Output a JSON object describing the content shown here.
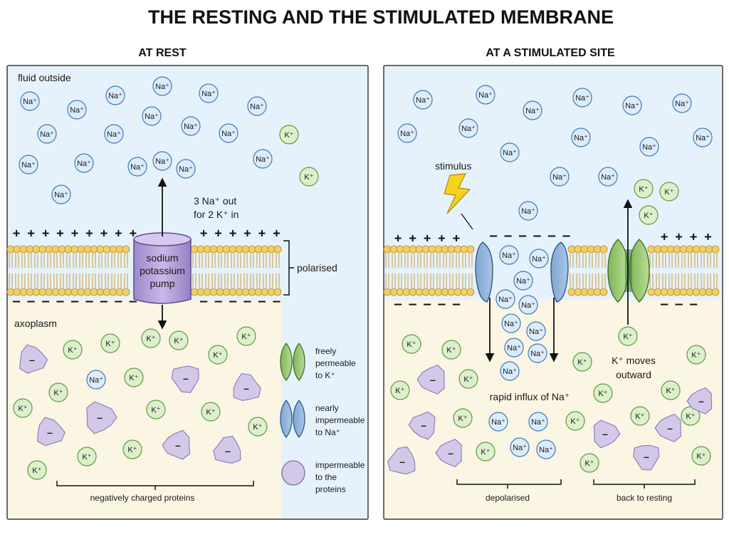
{
  "title": "THE RESTING AND THE STIMULATED MEMBRANE",
  "left": {
    "heading": "AT REST",
    "fluid_outside": "fluid outside",
    "axoplasm": "axoplasm",
    "pump_label": [
      "sodium",
      "potassium",
      "pump"
    ],
    "pump_ratio": [
      "3 Na⁺ out",
      "for 2 K⁺ in"
    ],
    "polarised": "polarised",
    "proteins": "negatively charged proteins",
    "legend": [
      {
        "icon": "green-channel",
        "lines": [
          "freely",
          "permeable",
          "to K⁺"
        ]
      },
      {
        "icon": "blue-channel",
        "lines": [
          "nearly",
          "impermeable",
          "to Na⁺"
        ]
      },
      {
        "icon": "protein",
        "lines": [
          "impermeable",
          "to the",
          "proteins"
        ]
      }
    ],
    "charges_top": "+ + + + + + + + +",
    "charges_top_right": "+ + + + + +",
    "charges_bottom": "– – – – – – – – – – –",
    "charges_bottom_right": "– – – – – –"
  },
  "right": {
    "heading": "AT A STIMULATED SITE",
    "stimulus": "stimulus",
    "rapid_influx": "rapid influx of Na⁺",
    "k_moves": [
      "K⁺ moves",
      "outward"
    ],
    "depolarised": "depolarised",
    "back_to_resting": "back to resting",
    "charges_top_left": "+ + + + +",
    "charges_top_mid": "– – – – – –",
    "charges_top_right": "+ + + +",
    "charges_bottom_left": "– – – – –",
    "charges_bottom_mid": "+ + + +",
    "charges_bottom_right": "– – –"
  },
  "ions": {
    "na": "Na⁺",
    "k": "K⁺",
    "neg": "–"
  },
  "colors": {
    "fluid": "#e6f2fb",
    "axoplasm": "#fbf5e4",
    "na_fill": "#dcecfb",
    "na_stroke": "#3f79b5",
    "k_fill": "#ddf0cc",
    "k_stroke": "#5f9a3c",
    "protein": "#d3c8e8",
    "pump": "#b9a6dc",
    "head": "#f2cf64",
    "tail": "#c99a3e"
  }
}
